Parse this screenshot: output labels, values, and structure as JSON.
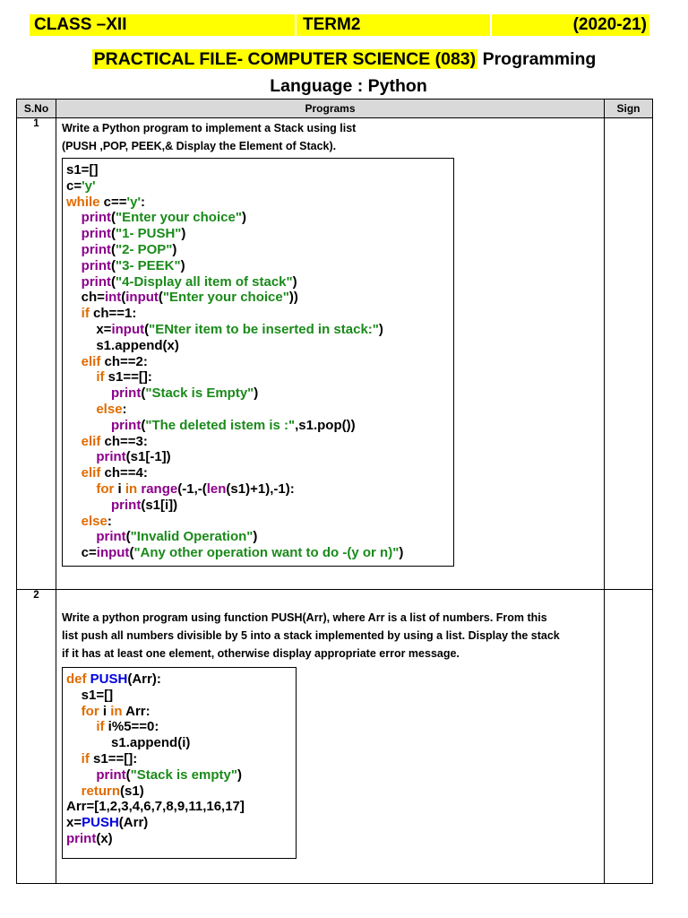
{
  "header": {
    "class_label": "CLASS –XII",
    "term_label": "TERM2",
    "year_label": "(2020-21)"
  },
  "title": {
    "line1_highlight": "PRACTICAL FILE- COMPUTER SCIENCE (083)",
    "line1_rest": " Programming",
    "line2": "Language : Python"
  },
  "table": {
    "headers": [
      "S.No",
      "Programs",
      "Sign"
    ],
    "rows": [
      {
        "sno": "1",
        "question_line1": "Write a Python program to implement a Stack using list",
        "question_line2": "(PUSH ,POP, PEEK,& Display the Element of Stack).",
        "code": [
          "s1=[]",
          "c='y'",
          "while c=='y':",
          "    print(\"Enter your choice\")",
          "    print(\"1- PUSH\")",
          "    print(\"2- POP\")",
          "    print(\"3- PEEK\")",
          "    print(\"4-Display all item of stack\")",
          "    ch=int(input(\"Enter your choice\"))",
          "    if ch==1:",
          "        x=input(\"ENter item to be inserted in stack:\")",
          "        s1.append(x)",
          "    elif ch==2:",
          "        if s1==[]:",
          "            print(\"Stack is Empty\")",
          "        else:",
          "            print(\"The deleted istem is :\",s1.pop())",
          "    elif ch==3:",
          "        print(s1[-1])",
          "    elif ch==4:",
          "        for i in range(-1,-(len(s1)+1),-1):",
          "            print(s1[i])",
          "    else:",
          "        print(\"Invalid Operation\")",
          "    c=input(\"Any other operation want to do -(y or n)\")"
        ]
      },
      {
        "sno": "2",
        "question_line1": "Write a python program using function PUSH(Arr), where Arr is a list of numbers. From this",
        "question_line2": "list push all numbers divisible by 5 into a stack implemented by using a list. Display the stack",
        "question_line3": "if it has at least one element, otherwise display appropriate error message.",
        "code": [
          "def PUSH(Arr):",
          "    s1=[]",
          "    for i in Arr:",
          "        if i%5==0:",
          "            s1.append(i)",
          "    if s1==[]:",
          "        print(\"Stack is empty\")",
          "    return(s1)",
          "Arr=[1,2,3,4,6,7,8,9,11,16,17]",
          "x=PUSH(Arr)",
          "print(x)"
        ]
      }
    ]
  },
  "colors": {
    "highlight": "#ffff00",
    "header_fill": "#d9d9d9",
    "keyword": "#e06c00",
    "builtin": "#8b008b",
    "string": "#1a8a1a",
    "defname": "#0000e0"
  }
}
